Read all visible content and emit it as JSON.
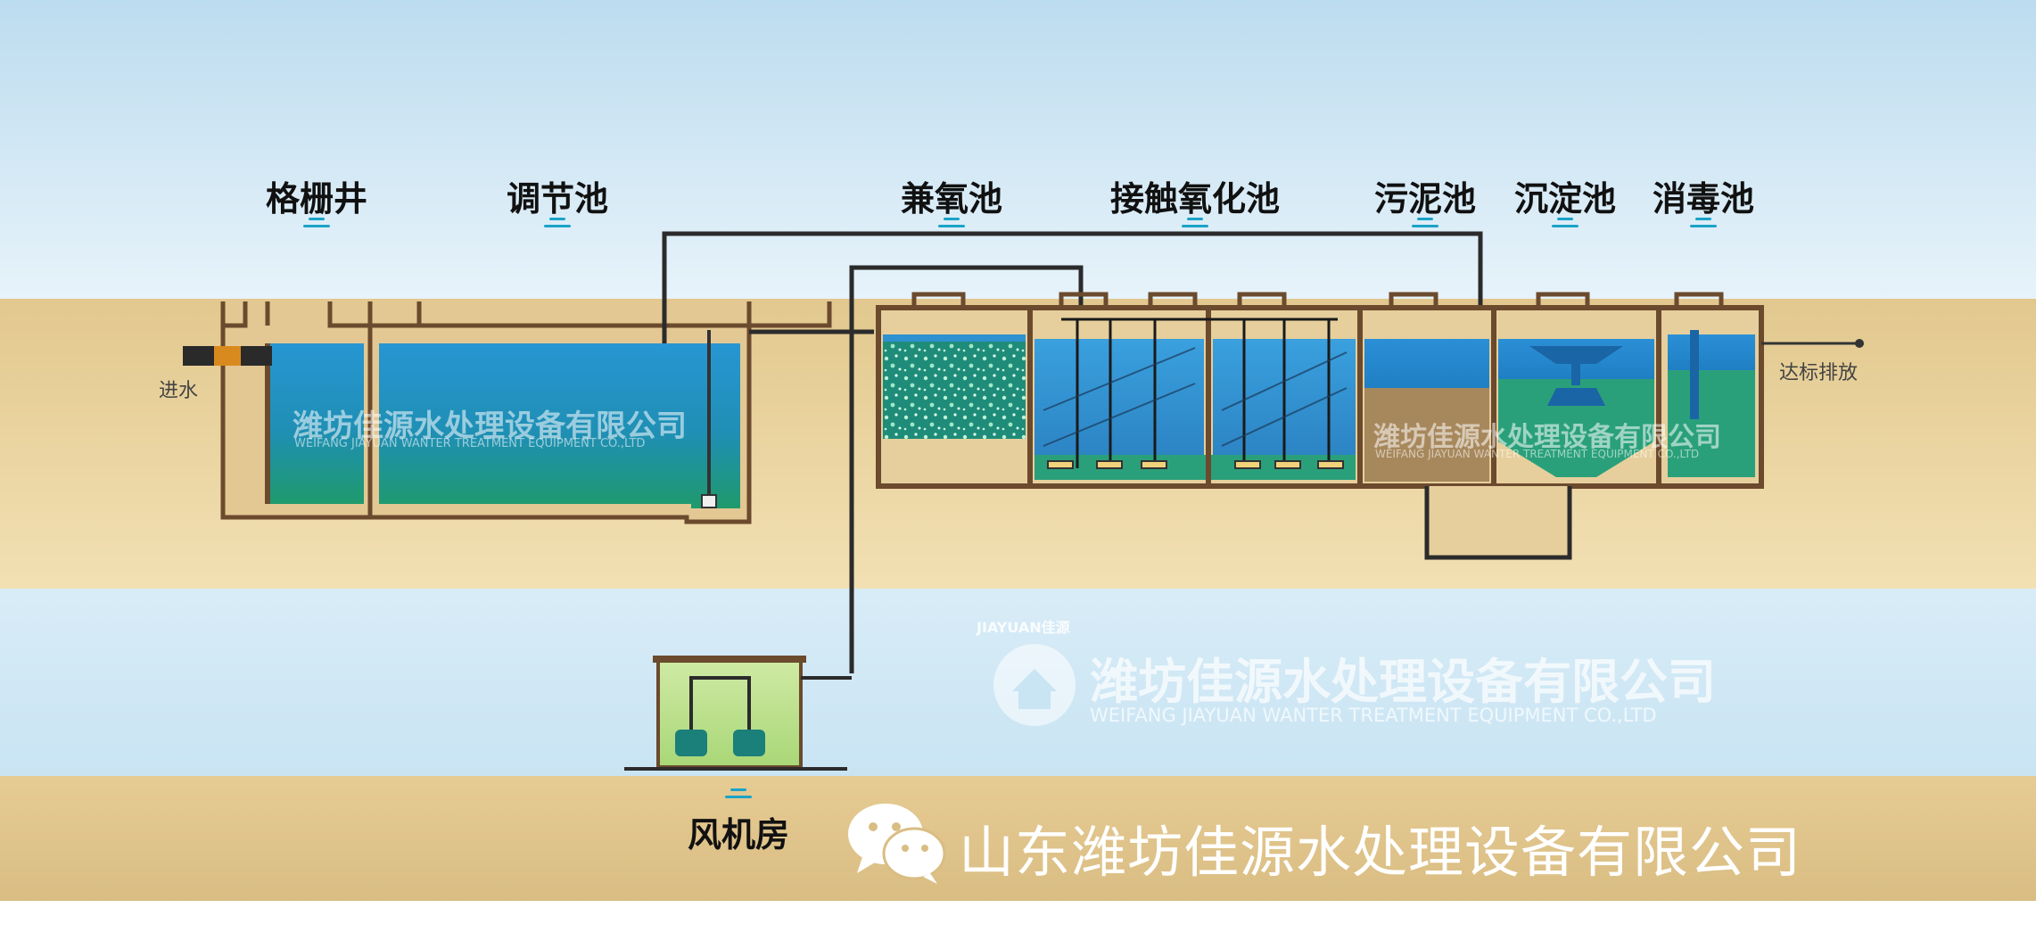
{
  "labels": {
    "grille_well": "格栅井",
    "equalization_tank": "调节池",
    "anoxic_tank": "兼氧池",
    "contact_oxidation_tank": "接触氧化池",
    "sludge_tank": "污泥池",
    "sedimentation_tank": "沉淀池",
    "disinfection_tank": "消毒池",
    "blower_room": "风机房"
  },
  "flow": {
    "inlet": "进水",
    "outlet": "达标排放"
  },
  "watermarks": {
    "company_cn": "潍坊佳源水处理设备有限公司",
    "company_en": "WEIFANG JIAYUAN WANTER TREATMENT EQUIPMENT CO.,LTD",
    "brand_small": "JIAYUAN佳源"
  },
  "footer": {
    "company": "山东潍坊佳源水处理设备有限公司",
    "wechat_icon": "wechat-icon"
  },
  "colors": {
    "sky": "#cfe8f5",
    "soil": "#e9d2a0",
    "tank_wall": "#5a3f28",
    "water": "#1f8fc6",
    "green_water": "#2aa07a",
    "accent": "#1aa3c8"
  }
}
